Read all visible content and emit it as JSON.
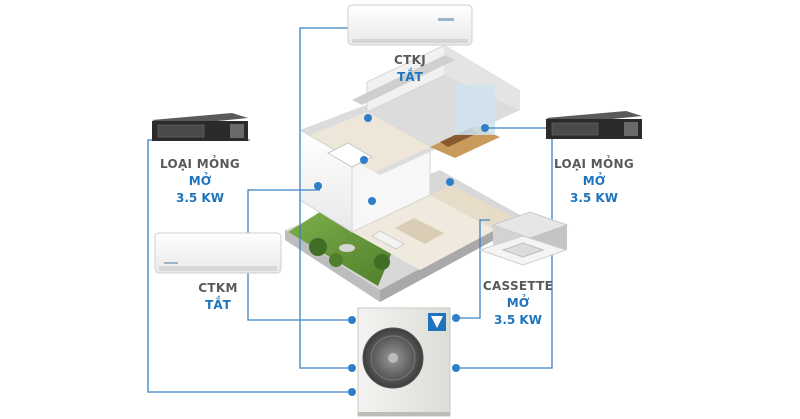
{
  "colors": {
    "line": "#3a82c4",
    "dot": "#2f7fc8",
    "name_text": "#58595b",
    "status_text": "#1f75bd",
    "unit_body": "#eeeeee",
    "duct_body": "#2b2b2b"
  },
  "units": [
    {
      "id": "ctkj-top",
      "type": "wall-mounted",
      "name": "CTKJ",
      "state": "TẮT",
      "power": ""
    },
    {
      "id": "ducted-left",
      "type": "ducted",
      "name": "LOẠI MỎNG",
      "state": "MỞ",
      "power": "3.5 KW"
    },
    {
      "id": "ducted-right",
      "type": "ducted",
      "name": "LOẠI MỎNG",
      "state": "MỞ",
      "power": "3.5 KW"
    },
    {
      "id": "ctkm-left",
      "type": "wall-mounted",
      "name": "CTKM",
      "state": "TẮT",
      "power": ""
    },
    {
      "id": "cassette-right",
      "type": "cassette",
      "name": "CASSETTE",
      "state": "MỞ",
      "power": "3.5 KW"
    }
  ],
  "outdoor_unit": {
    "type": "outdoor-condenser",
    "icon": "brand-logo-icon"
  },
  "house": {
    "type": "cutaway-house-illustration"
  }
}
